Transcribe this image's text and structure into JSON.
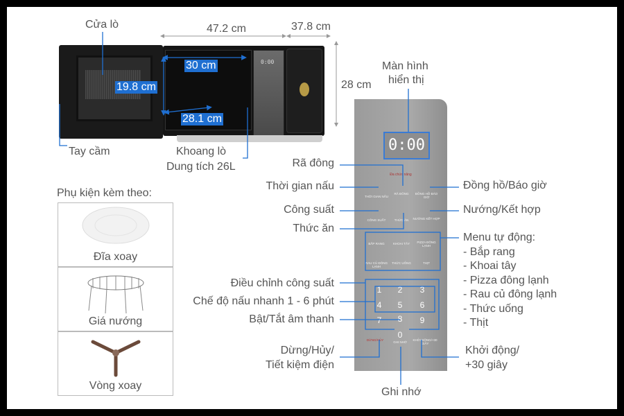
{
  "dimensions": {
    "width": "47.2 cm",
    "depth": "37.8 cm",
    "height": "28 cm",
    "cavity_width": "30 cm",
    "cavity_height": "19.8 cm",
    "cavity_depth": "28.1 cm"
  },
  "labels": {
    "door": "Cửa lò",
    "handle": "Tay cầm",
    "cavity": "Khoang lò",
    "capacity": "Dung tích 26L",
    "display": [
      "Màn hình",
      "hiển thị"
    ]
  },
  "accessories": {
    "title": "Phụ kiện kèm theo:",
    "items": [
      "Đĩa xoay",
      "Giá nướng",
      "Vòng xoay"
    ]
  },
  "panel": {
    "display_value": "0:00",
    "section": "Đa chức năng",
    "keys": [
      "THỜI GIAN NẤU",
      "RÃ ĐÔNG",
      "ĐỒNG HỒ BÁO GIỜ",
      "CÔNG SUẤT",
      "THỨC ĂN",
      "NƯỚNG KẾT HỢP",
      "BẮP RANG",
      "KHOAI TÂY",
      "PIZZA ĐÔNG LẠNH",
      "RAU CỦ ĐÔNG LẠNH",
      "THỨC UỐNG",
      "THỊT"
    ],
    "digits": [
      "1",
      "2",
      "3",
      "4",
      "5",
      "6",
      "7",
      "8",
      "9",
      "0"
    ],
    "bottom_keys": [
      "DỪNG/HỦY",
      "GHI NHỚ",
      "KHỞI ĐỘNG/+30 GIÂY"
    ]
  },
  "callouts_left": {
    "defrost": "Rã đông",
    "cook_time": "Thời gian nấu",
    "power": "Công suất",
    "food": "Thức ăn",
    "power_adjust": "Điều chỉnh công suất",
    "quick_cook": "Chế độ nấu nhanh 1 - 6 phút",
    "sound": "Bật/Tắt âm thanh",
    "stop1": "Dừng/Hủy/",
    "stop2": "Tiết kiệm điện"
  },
  "callouts_right": {
    "clock": "Đồng hồ/Báo giờ",
    "grill": "Nướng/Kết hợp",
    "auto_menu": "Menu tự động:",
    "menu_items": [
      "- Bắp rang",
      "- Khoai tây",
      "- Pizza đông lạnh",
      "- Rau củ đông lạnh",
      "- Thức uống",
      "- Thịt"
    ],
    "start1": "Khởi động/",
    "start2": "+30 giây"
  },
  "callout_bottom": {
    "memory": "Ghi nhớ"
  }
}
